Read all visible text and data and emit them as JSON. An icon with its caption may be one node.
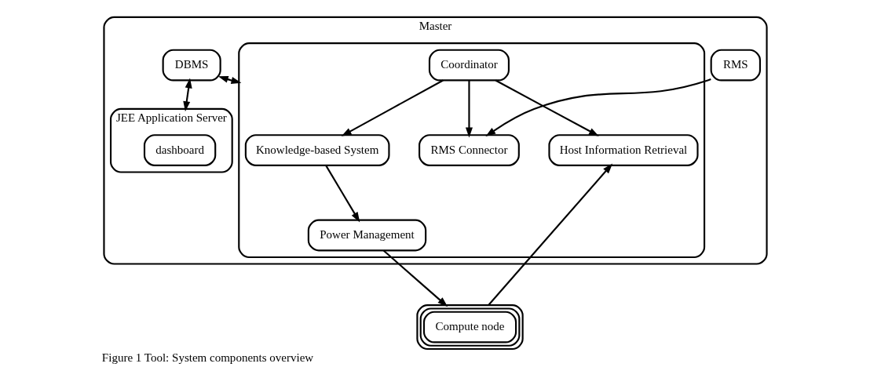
{
  "diagram": {
    "caption": "Figure 1 Tool: System components overview",
    "nodes": [
      {
        "text": [
          "Master"
        ]
      },
      {
        "text": [
          "RMS"
        ],
        "in": 0
      },
      {
        "text": [
          "DBMS"
        ],
        "in": 0
      },
      {
        "text": [
          "JEE Application Server"
        ],
        "in": 0
      },
      {
        "text": [
          "dashboard"
        ],
        "in": 3
      },
      {
        "text": [],
        "shape": "box",
        "in": 0
      },
      {
        "text": [
          "RMS Connector"
        ],
        "in": 5
      },
      {
        "text": [
          "Host Information Retrieval"
        ],
        "in": 5
      },
      {
        "text": [
          "Coordinator"
        ],
        "in": 5
      },
      {
        "text": [
          "Knowledge-based System"
        ],
        "in": 5
      },
      {
        "text": [
          "Power Management"
        ],
        "in": 5
      },
      {
        "text": [
          "Compute node"
        ]
      }
    ],
    "edges": [
      {
        "from": 1,
        "to": 6,
        "arrow": "to"
      },
      {
        "from": 2,
        "to": 5,
        "arrow": "both"
      },
      {
        "from": 2,
        "to": 3,
        "arrow": "both"
      },
      {
        "from": 8,
        "to": 6,
        "arrow": "to"
      },
      {
        "from": 8,
        "to": 7,
        "arrow": "to"
      },
      {
        "from": 8,
        "to": 9,
        "arrow": "to"
      },
      {
        "from": 9,
        "to": 10,
        "arrow": "to"
      },
      {
        "from": 10,
        "to": 11,
        "arrow": "to"
      },
      {
        "from": 11,
        "to": 7,
        "arrow": "to"
      }
    ]
  }
}
